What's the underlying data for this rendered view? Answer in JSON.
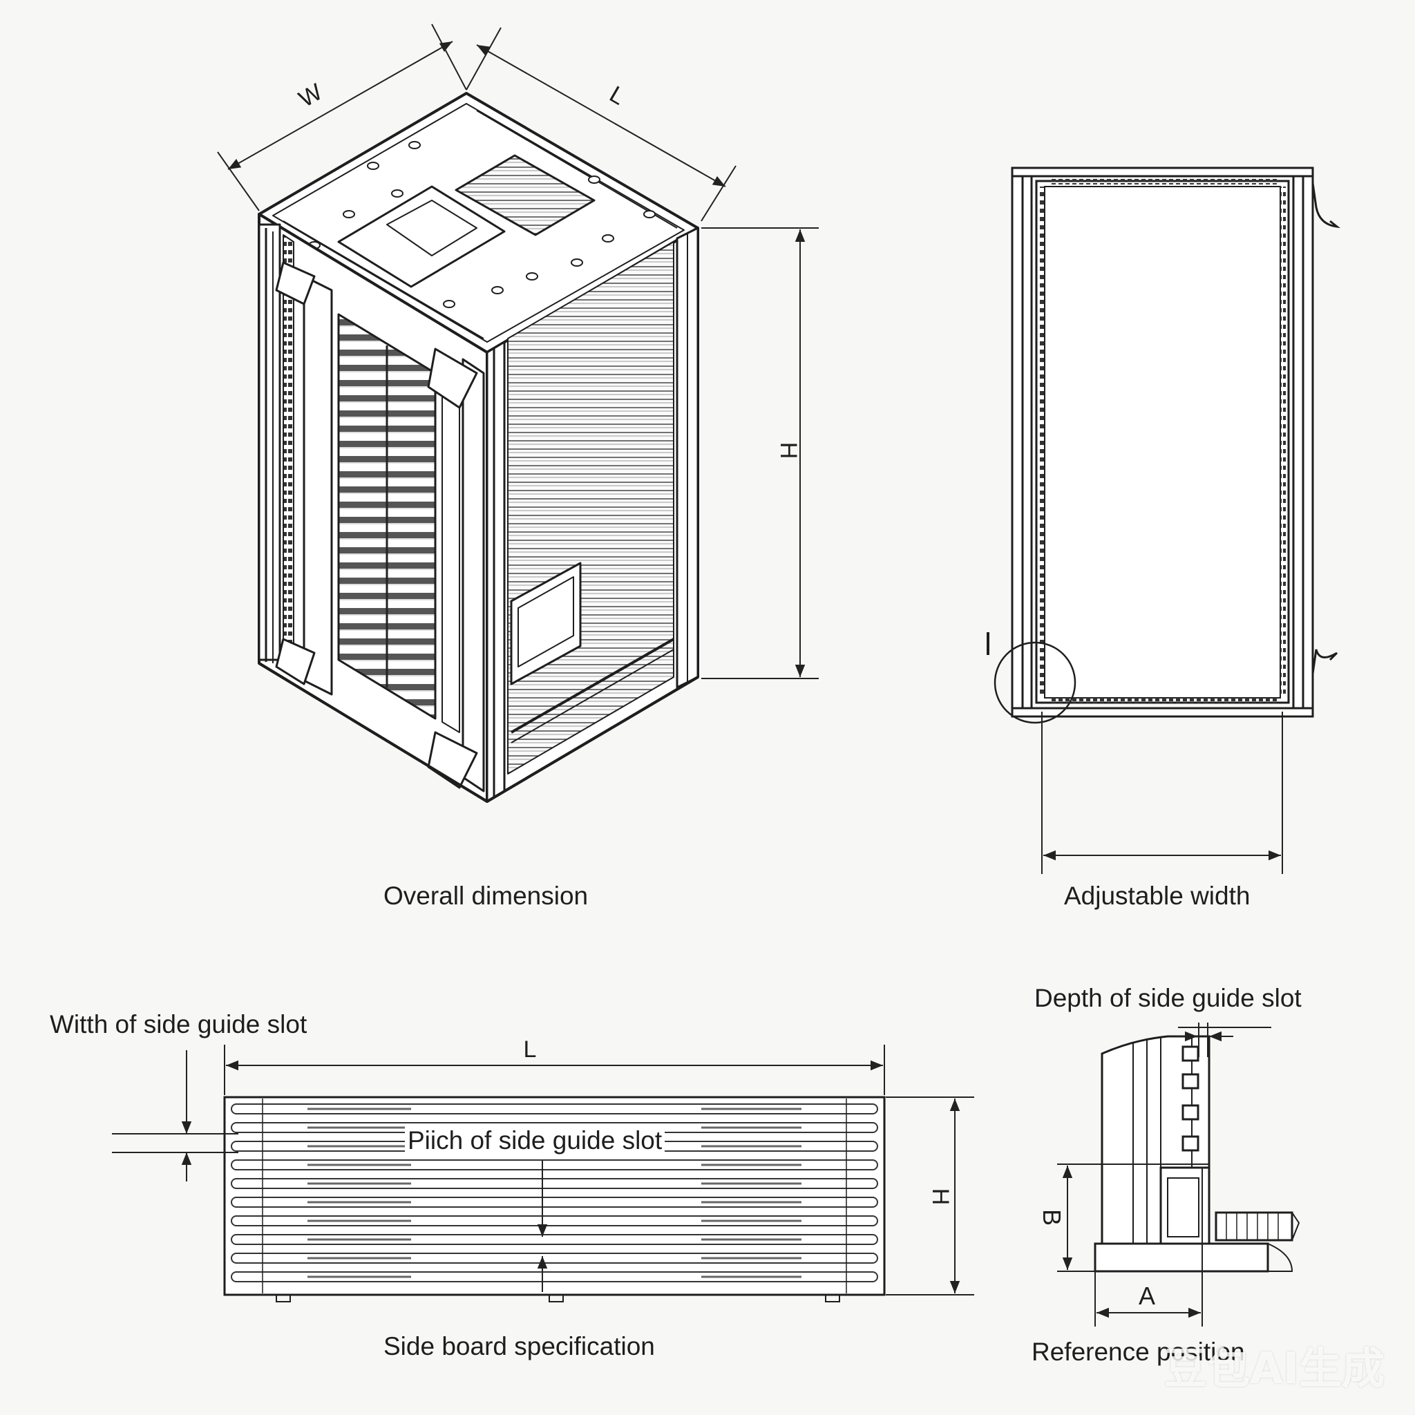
{
  "captions": {
    "overall": "Overall dimension",
    "adjustable": "Adjustable width",
    "side_board": "Side board specification",
    "reference": "Reference position",
    "width_slot": "Witth of side guide slot",
    "pitch_slot": "Piich of side guide slot",
    "depth_slot": "Depth of side guide slot"
  },
  "dims": {
    "W": "W",
    "L_top": "L",
    "H_top": "H",
    "L_bottom": "L",
    "H_bottom": "H",
    "B": "B",
    "A": "A",
    "I": "I"
  },
  "watermark": "豆包AI生成"
}
